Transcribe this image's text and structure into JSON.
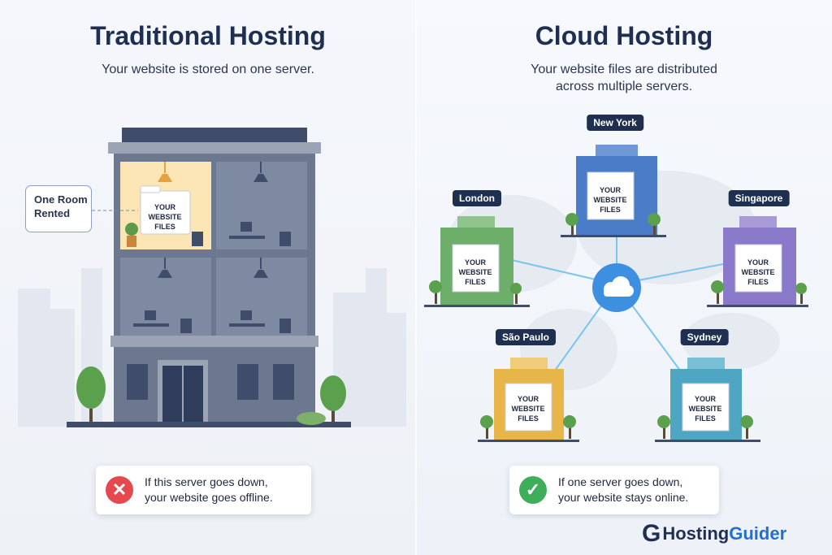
{
  "left": {
    "title": "Traditional Hosting",
    "subtitle": "Your website is stored on one server.",
    "room_label_line1": "One Room",
    "room_label_line2": "Rented",
    "file_line1": "YOUR",
    "file_line2": "WEBSITE",
    "file_line3": "FILES",
    "callout_line1": "If this server goes down,",
    "callout_line2": "your website goes offline.",
    "callout_icon": "x-icon",
    "callout_color": "#e5484d"
  },
  "right": {
    "title": "Cloud Hosting",
    "subtitle_line1": "Your website files are distributed",
    "subtitle_line2": "across multiple servers.",
    "hub_icon": "cloud-icon",
    "servers": [
      {
        "city": "New York",
        "color": "#4a7cc7"
      },
      {
        "city": "London",
        "color": "#6cae6a"
      },
      {
        "city": "Singapore",
        "color": "#8a79c9"
      },
      {
        "city": "São Paulo",
        "color": "#e8b548"
      },
      {
        "city": "Sydney",
        "color": "#4fa6c3"
      }
    ],
    "file_line1": "YOUR",
    "file_line2": "WEBSITE",
    "file_line3": "FILES",
    "callout_line1": "If one server goes down,",
    "callout_line2": "your website stays online.",
    "callout_icon": "check-icon",
    "callout_color": "#3fae5a"
  },
  "brand": {
    "logo_letter": "G",
    "name_part1": "Hosting",
    "name_part2": "Guider"
  }
}
